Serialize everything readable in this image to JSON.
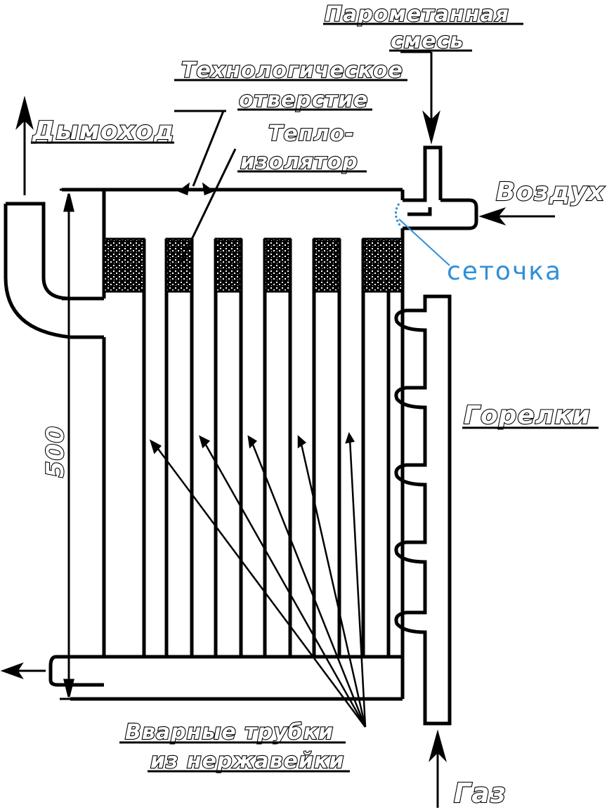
{
  "labels": {
    "steam_gas_1": "Парометанная",
    "steam_gas_2": "смесь",
    "tech_hole_1": "Технологическое",
    "tech_hole_2": "отверстие",
    "insulator_1": "Тепло-",
    "insulator_2": "изолятор",
    "chimney": "Дымоход",
    "air": "Воздух",
    "mesh": "сеточка",
    "burners": "Горелки",
    "dimension": "500",
    "tubes_1": "Вварные  трубки",
    "tubes_2": "из нержавейки",
    "gas": "Газ"
  },
  "colors": {
    "line": "#000000",
    "mesh_annotation": "#2f8fd8",
    "background": "#ffffff"
  }
}
